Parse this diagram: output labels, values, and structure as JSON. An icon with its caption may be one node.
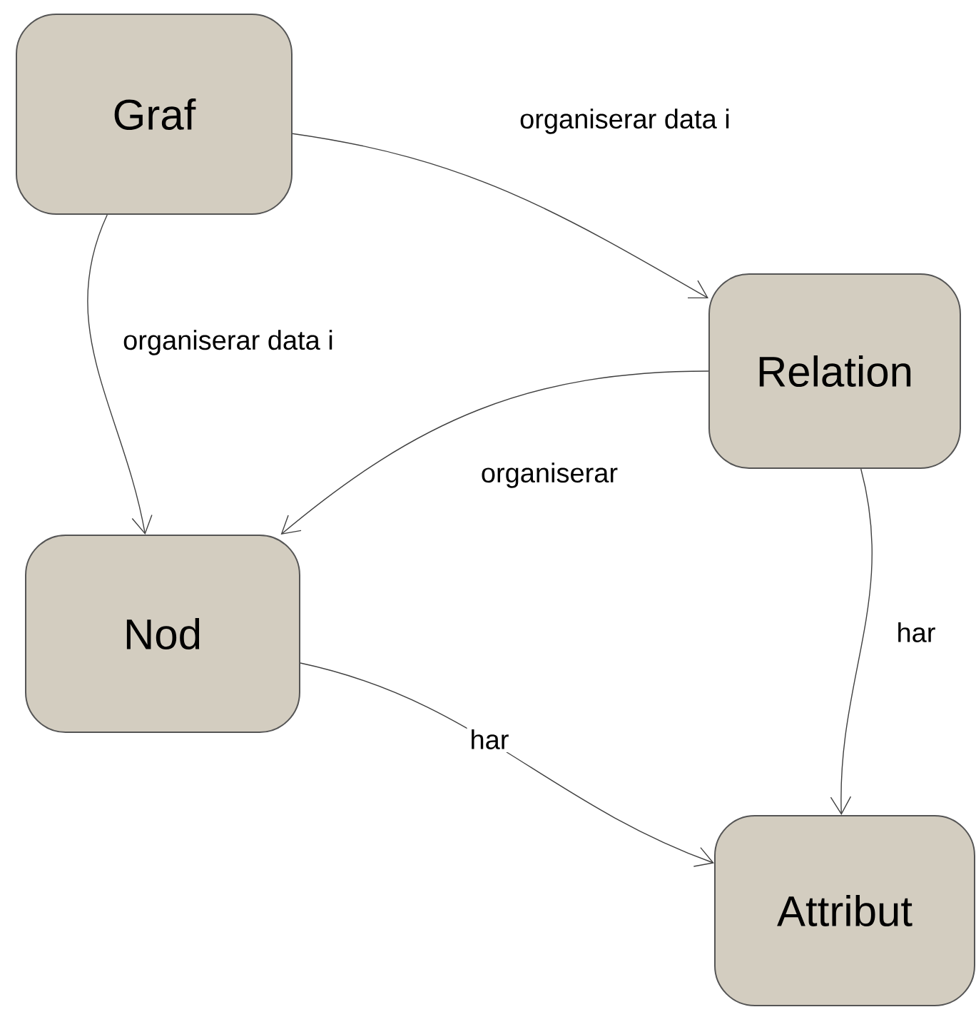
{
  "diagram": {
    "nodes": [
      {
        "text": [
          "Graf"
        ]
      },
      {
        "text": [
          "Relation"
        ]
      },
      {
        "text": [
          "Nod"
        ]
      },
      {
        "text": [
          "Attribut"
        ]
      }
    ],
    "edges": [
      {
        "from": 0,
        "to": 1,
        "arrow": "to",
        "label": "organiserar data i"
      },
      {
        "from": 0,
        "to": 2,
        "arrow": "to",
        "label": "organiserar data i"
      },
      {
        "from": 1,
        "to": 2,
        "arrow": "to",
        "label": "organiserar"
      },
      {
        "from": 2,
        "to": 3,
        "arrow": "to",
        "label": "har"
      },
      {
        "from": 1,
        "to": 3,
        "arrow": "to",
        "label": "har"
      }
    ]
  }
}
